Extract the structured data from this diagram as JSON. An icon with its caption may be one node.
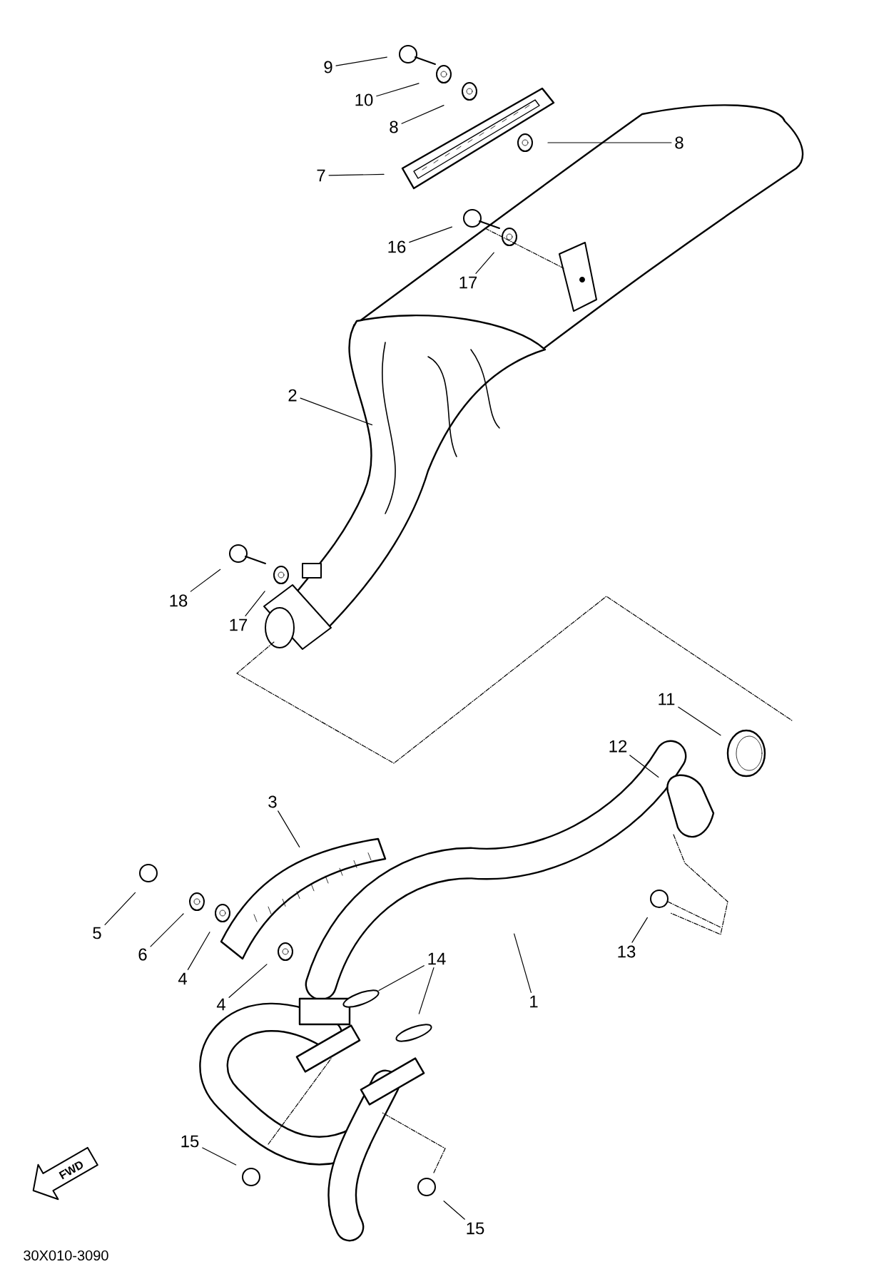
{
  "diagram": {
    "nodes": [
      {
        "text": [
          "9"
        ]
      },
      {
        "text": [
          "10"
        ]
      },
      {
        "text": [
          "8"
        ]
      },
      {
        "text": [
          "8"
        ]
      },
      {
        "text": [
          "7"
        ]
      },
      {
        "text": [
          "16"
        ]
      },
      {
        "text": [
          "17"
        ]
      },
      {
        "text": [
          "2"
        ]
      },
      {
        "text": [
          "18"
        ]
      },
      {
        "text": [
          "17"
        ]
      },
      {
        "text": [
          "11"
        ]
      },
      {
        "text": [
          "12"
        ]
      },
      {
        "text": [
          "3"
        ]
      },
      {
        "text": [
          "5"
        ]
      },
      {
        "text": [
          "6"
        ]
      },
      {
        "text": [
          "4"
        ]
      },
      {
        "text": [
          "14"
        ]
      },
      {
        "text": [
          "4"
        ]
      },
      {
        "text": [
          "1"
        ]
      },
      {
        "text": [
          "13"
        ]
      },
      {
        "text": [
          "15"
        ]
      },
      {
        "text": [
          "15"
        ]
      }
    ],
    "edges": [
      {
        "from": 0,
        "to": null,
        "arrow": "none"
      },
      {
        "from": 1,
        "to": null,
        "arrow": "none"
      },
      {
        "from": 2,
        "to": null,
        "arrow": "none"
      },
      {
        "from": 3,
        "to": null,
        "arrow": "none"
      },
      {
        "from": 4,
        "to": null,
        "arrow": "none"
      },
      {
        "from": 5,
        "to": null,
        "arrow": "none"
      },
      {
        "from": 6,
        "to": null,
        "arrow": "none"
      },
      {
        "from": 7,
        "to": null,
        "arrow": "none"
      },
      {
        "from": 8,
        "to": null,
        "arrow": "none"
      },
      {
        "from": 9,
        "to": null,
        "arrow": "none"
      },
      {
        "from": 10,
        "to": null,
        "arrow": "none"
      },
      {
        "from": 11,
        "to": null,
        "arrow": "none"
      },
      {
        "from": 12,
        "to": null,
        "arrow": "none"
      },
      {
        "from": 13,
        "to": null,
        "arrow": "none"
      },
      {
        "from": 14,
        "to": null,
        "arrow": "none"
      },
      {
        "from": 15,
        "to": null,
        "arrow": "none"
      },
      {
        "from": 16,
        "to": null,
        "arrow": "none"
      },
      {
        "from": 16,
        "to": null,
        "arrow": "none"
      },
      {
        "from": 17,
        "to": null,
        "arrow": "none"
      },
      {
        "from": 18,
        "to": null,
        "arrow": "none"
      },
      {
        "from": 19,
        "to": null,
        "arrow": "none"
      },
      {
        "from": 20,
        "to": null,
        "arrow": "none"
      },
      {
        "from": 21,
        "to": null,
        "arrow": "none"
      }
    ],
    "labels": [
      "FWD",
      "30X010-3090"
    ]
  }
}
